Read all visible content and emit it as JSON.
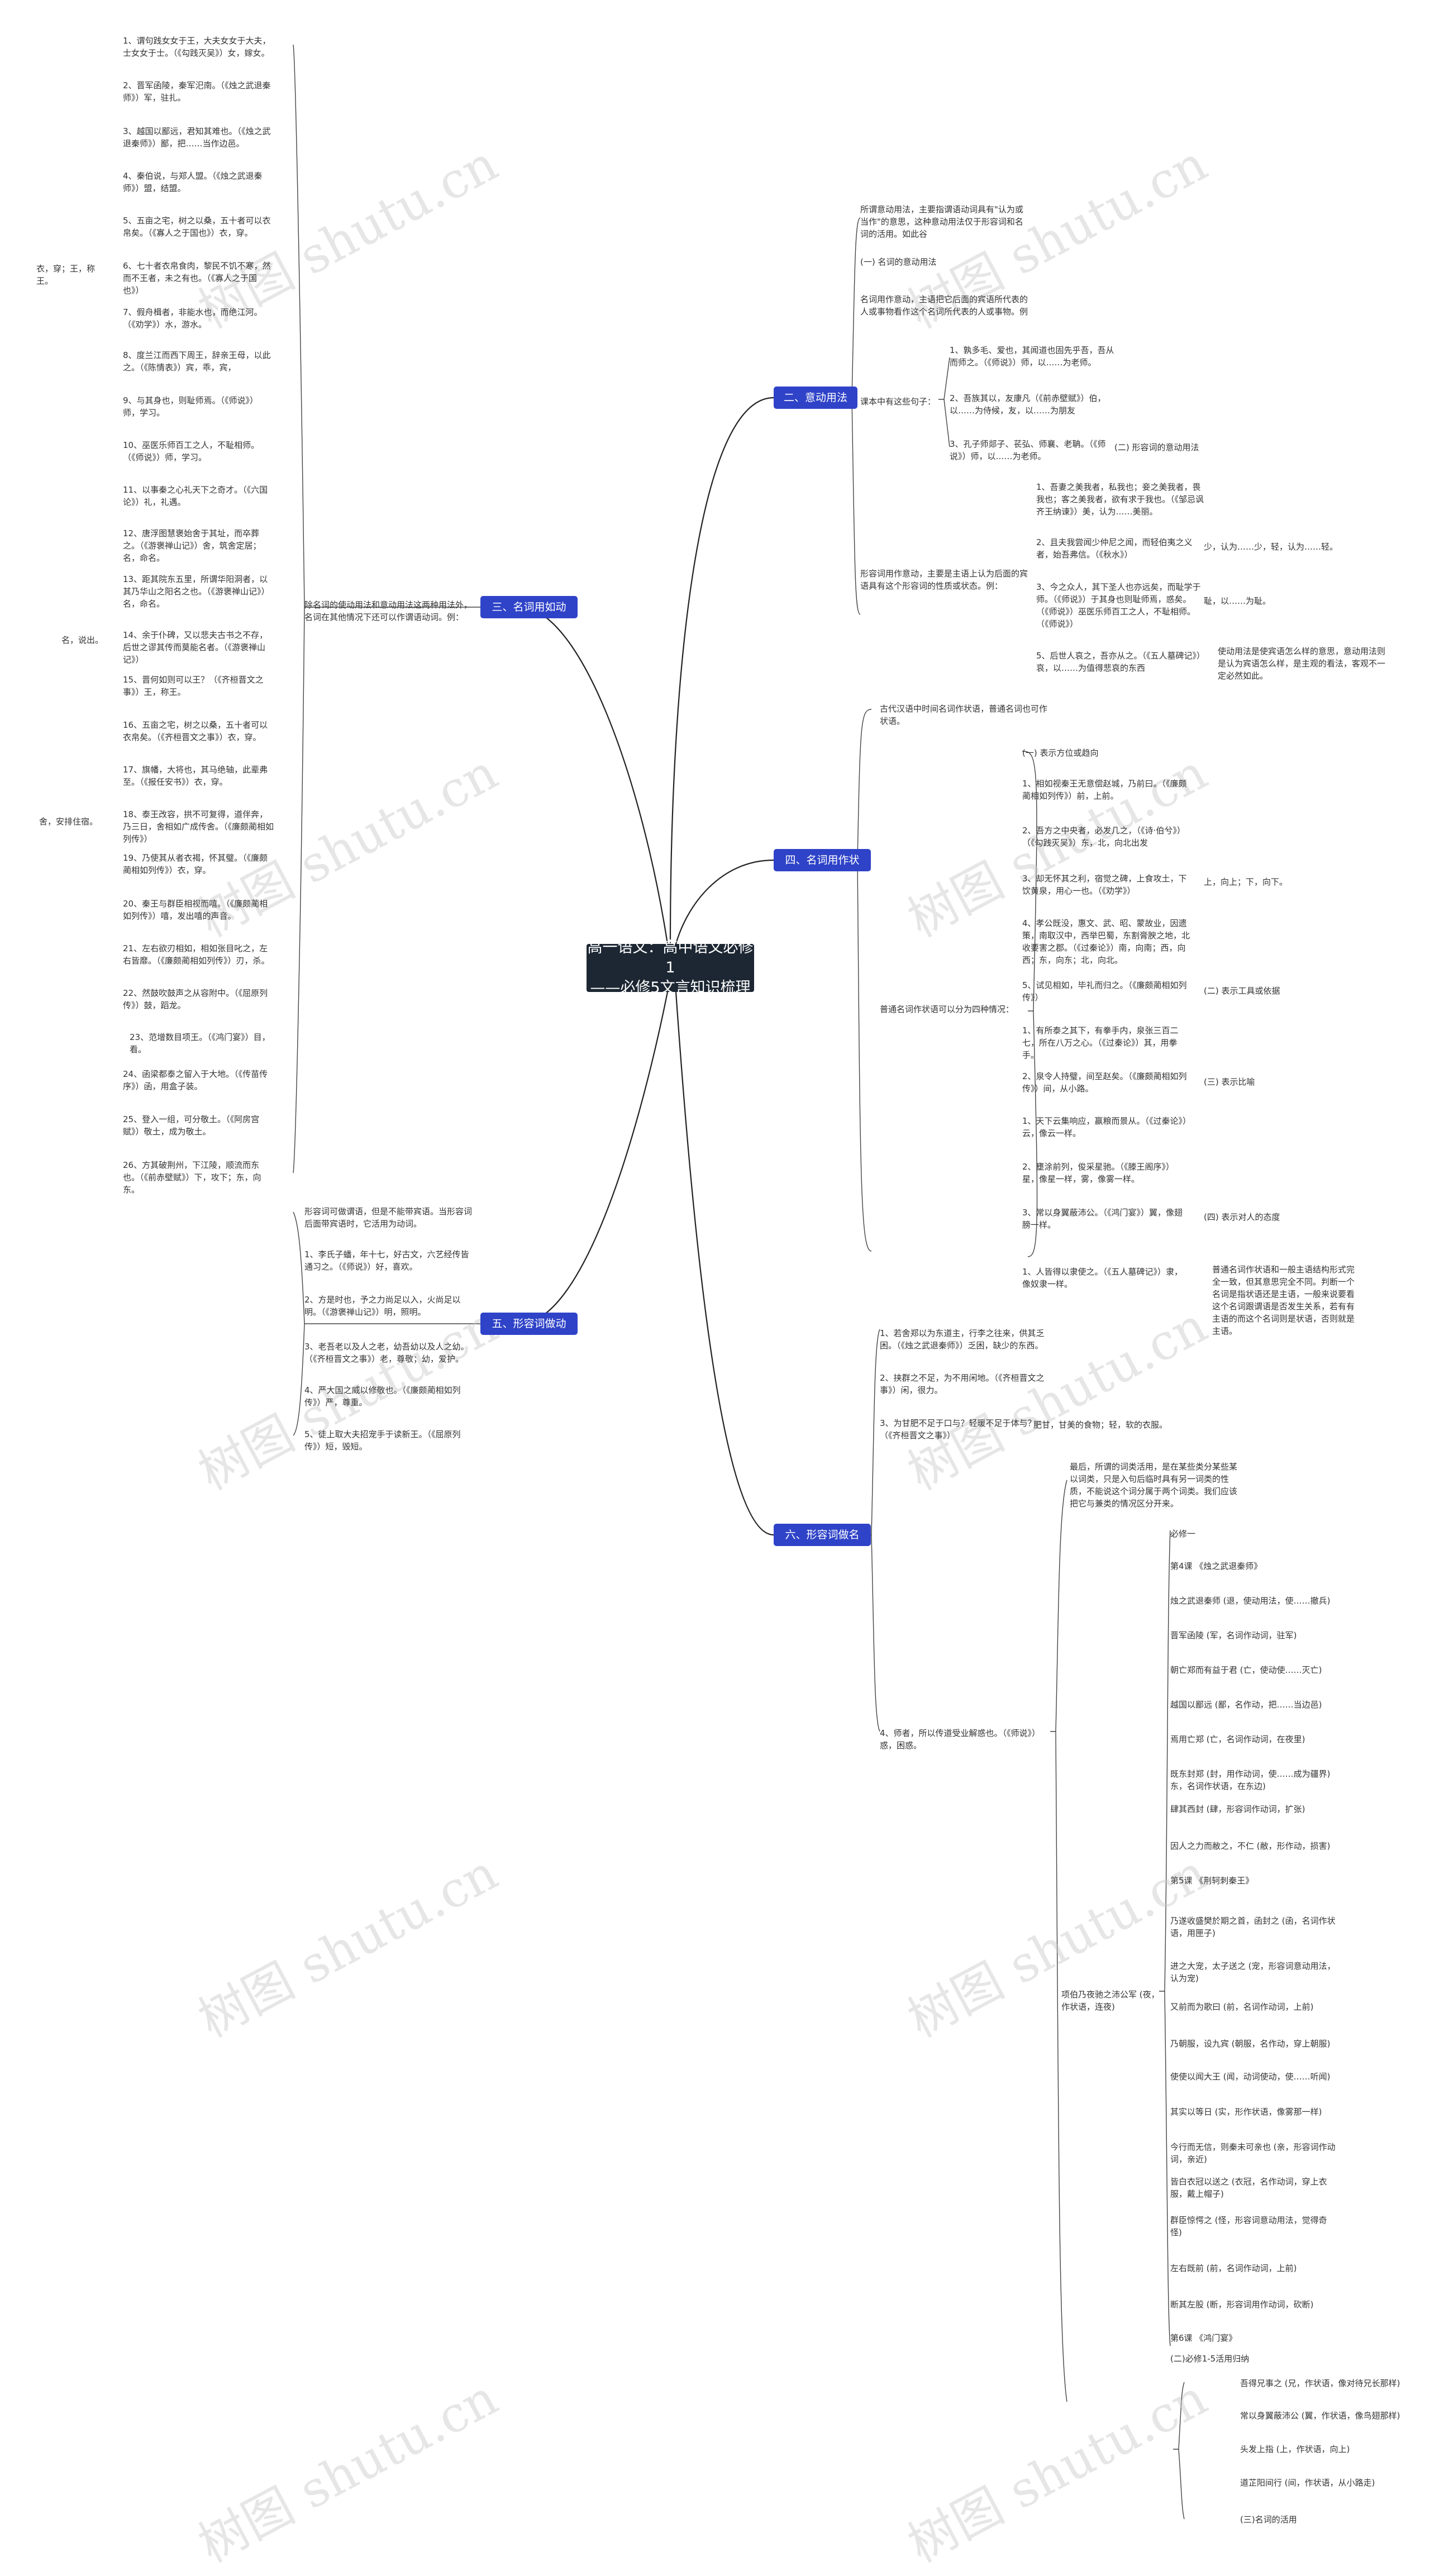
{
  "root": {
    "line1": "高一语文：高中语文必修1",
    "line2": "——必修5文言知识梳理"
  },
  "branches": [
    {
      "id": "b2",
      "label": "二、意动用法"
    },
    {
      "id": "b3",
      "label": "三、名词用如动词"
    },
    {
      "id": "b4",
      "label": "四、名词用作状语"
    },
    {
      "id": "b5",
      "label": "五、形容词做动词"
    },
    {
      "id": "b6",
      "label": "六、形容词做名词"
    }
  ],
  "nodes": [
    {
      "t": "1、谓句践女女于王，大夫女女于大夫，士女女于士。（《勾践灭吴》）女，嫁女。"
    },
    {
      "t": "2、晋军函陵，秦军汜南。（《烛之武退秦师》）军，驻扎。"
    },
    {
      "t": "3、越国以鄙远，君知其难也。（《烛之武退秦师》）鄙，把……当作边邑。"
    },
    {
      "t": "4、秦伯说，与郑人盟。（《烛之武退秦师》）盟，结盟。"
    },
    {
      "t": "5、五亩之宅，树之以桑，五十者可以衣帛矣。（《寡人之于国也》）衣，穿。"
    },
    {
      "t": "6、七十者衣帛食肉，黎民不饥不寒，然而不王者，未之有也。（《寡人之于国也》）"
    },
    {
      "t": "衣，穿；王，称王。"
    },
    {
      "t": "7、假舟楫者，非能水也，而绝江河。（《劝学》）水，游水。"
    },
    {
      "t": "8、度兰江而西下周王，辞亲王母，以此之。（《陈情表》）宾，乖，宾，"
    },
    {
      "t": "9、与其身也，则耻师焉。（《师说》）师，学习。"
    },
    {
      "t": "10、巫医乐师百工之人，不耻相师。（《师说》）师，学习。"
    },
    {
      "t": "11、以事秦之心礼天下之奇才。（《六国论》）礼，礼遇。"
    },
    {
      "t": "12、唐浮图慧褒始舍于其址，而卒葬之。（《游褒禅山记》）舍，筑舍定居；名，命名。"
    },
    {
      "t": "13、距其院东五里，所谓华阳洞者，以其乃华山之阳名之也。（《游褒禅山记》）名，命名。"
    },
    {
      "t": "名，说出。"
    },
    {
      "t": "14、余于仆碑，又以悲夫古书之不存，后世之谬其传而莫能名者。（《游褒禅山记》）"
    },
    {
      "t": "15、晋何如则可以王？（《齐桓晋文之事》）王，称王。"
    },
    {
      "t": "16、五亩之宅，树之以桑，五十者可以衣帛矣。（《齐桓晋文之事》）衣，穿。"
    },
    {
      "t": "17、旗幡，大将也，其马绝轴，此辈弗至。（《报任安书》）衣，穿。"
    },
    {
      "t": "18、泰王改容，拱不可复得，道伴奔，乃三日，舍相如广成传舍。（《廉颇蔺相如列传》）"
    },
    {
      "t": "舍，安排住宿。"
    },
    {
      "t": "19、乃使其从者衣褐，怀其璧。（《廉颇蔺相如列传》）衣，穿。"
    },
    {
      "t": "20、秦王与群臣相视而嘻。（《廉颇蔺相如列传》）嘻，发出嘻的声音。"
    },
    {
      "t": "21、左右欲刃相如，相如张目叱之，左右皆靡。（《廉颇蔺相如列传》）刃，杀。"
    },
    {
      "t": "22、然鼓吹鼓声之从容附中。（《屈原列传》）鼓，蹈龙。"
    },
    {
      "t": "23、范增数目项王。（《鸿门宴》）目，看。"
    },
    {
      "t": "24、函梁都泰之留入于大地。（《传苗传序》）函，用盒子装。"
    },
    {
      "t": "25、登入一组，可分敬土。（《阿房宫赋》）敬土，成为敬土。"
    },
    {
      "t": "26、方其破荆州，下江陵，顺流而东也。（《前赤壁赋》）下，攻下；东，向东。"
    },
    {
      "t": "除名词的使动用法和意动用法这两种用法外，名词在其他情况下还可以作谓语动词。例："
    },
    {
      "t": "所谓意动用法，主要指谓语动词具有\"认为或当作\"的意思，这种意动用法仅于形容词和名词的活用。如此谷"
    },
    {
      "t": "(一) 名词的意动用法"
    },
    {
      "t": "名词用作意动，主语把它后面的宾语所代表的人或事物看作这个名词所代表的人或事物。例"
    },
    {
      "t": "课本中有这些句子："
    },
    {
      "t": "1、孰多毛、爱也，其闻道也固先乎吾，吾从而师之。（《师说》）师，以……为老师。"
    },
    {
      "t": "2、吾族其以，友康凡（《前赤壁赋》）伯，以……为侍候，友，以……为朋友"
    },
    {
      "t": "3、孔子师郯子、苌弘、师襄、老聃。（《师说》）师，以……为老师。"
    },
    {
      "t": "(二) 形容词的意动用法"
    },
    {
      "t": "形容词用作意动，主要是主语上认为后面的宾语具有这个形容词的性质或状态。例："
    },
    {
      "t": "1、吾妻之美我者，私我也；妾之美我者，畏我也；客之美我者，欲有求于我也。（《邹忌讽齐王纳谏》）美，认为……美丽。"
    },
    {
      "t": "2、且夫我尝闻少仲尼之闻，而轻伯夷之义者，始吾弗信。（《秋水》）"
    },
    {
      "t": "少，认为……少，轻，认为……轻。"
    },
    {
      "t": "3、今之众人，其下圣人也亦远矣，而耻学于师。（《师说》）于其身也则耻师焉，惑矣。（《师说》）巫医乐师百工之人，不耻相师。（《师说》）"
    },
    {
      "t": "耻，以……为耻。"
    },
    {
      "t": "5、后世人哀之，吾亦从之。（《五人墓碑记》）哀，以……为值得悲哀的东西"
    },
    {
      "t": "使动用法是使宾语怎么样的意思，意动用法则是认为宾语怎么样，是主观的看法，客观不一定必然如此。"
    },
    {
      "t": "古代汉语中时间名词作状语，普通名词也可作状语。"
    },
    {
      "t": "(一) 表示方位或趋向"
    },
    {
      "t": "1、相如视秦王无意偿赵城，乃前曰。（《廉颇蔺相如列传》）前，上前。"
    },
    {
      "t": "2、吾方之中央者，必发几之，（《诗·伯兮》）（《勾践灭吴》）东，北，向北出发"
    },
    {
      "t": "3、却无怀其之利，宿觉之碑，上食攻土，下饮黄泉，用心一也。（《劝学》）"
    },
    {
      "t": "上，向上；下，向下。"
    },
    {
      "t": "4、孝公既没，惠文、武、昭、蒙故业，因遗策，南取汉中，西举巴蜀，东割膏腴之地，北收要害之郡。（《过秦论》）南，向南；西，向西；东，向东；北，向北。"
    },
    {
      "t": "5、试见相如，毕礼而归之。（《廉颇蔺相如列传》）"
    },
    {
      "t": "(二) 表示工具或依据"
    },
    {
      "t": "1、有所泰之其下，有拳手内，泉张三百二七，所在八万之心。（《过秦论》）其，用拳手。"
    },
    {
      "t": "2、泉令人持璧，间至赵矣。（《廉颇蔺相如列传》）间，从小路。"
    },
    {
      "t": "(三) 表示比喻"
    },
    {
      "t": "1、天下云集响应，赢粮而景从。（《过秦论》）云，像云一样。"
    },
    {
      "t": "2、壅涂前列，俊采星驰。（《滕王阁序》）星，像星一样，雾，像雾一样。"
    },
    {
      "t": "3、常以身翼蔽沛公。（《鸿门宴》）翼，像翅膀一样。"
    },
    {
      "t": "(四) 表示对人的态度"
    },
    {
      "t": "1、人皆得以隶使之。（《五人墓碑记》）隶，像奴隶一样。"
    },
    {
      "t": "普通名词作状语和一般主语结构形式完全一致，但其意思完全不同。判断一个名词是指状语还是主语，一般来说要看这个名词跟谓语是否发生关系，若有有主语的而这个名词则是状语，否则就是主语。"
    },
    {
      "t": "普通名词作状语可以分为四种情况："
    },
    {
      "t": "形容词可做谓语，但是不能带宾语。当形容词后面带宾语时，它活用为动词。"
    },
    {
      "t": "1、李氏子蟠，年十七，好古文，六艺经传皆通习之。（《师说》）好，喜欢。"
    },
    {
      "t": "2、方是时也，予之力尚足以入，火尚足以明。（《游褒禅山记》）明，照明。"
    },
    {
      "t": "3、老吾老以及人之老，幼吾幼以及人之幼。（《齐桓晋文之事》）老，尊敬；幼，爱护。"
    },
    {
      "t": "4、严大国之威以修敬也。（《廉颇蔺相如列传》）严，尊重。"
    },
    {
      "t": "5、徒上取大夫招宠手于读新王。（《屈原列传》）短，毁短。"
    },
    {
      "t": "1、若舍郑以为东道主，行李之往来，供其乏困。（《烛之武退秦师》）乏困，缺少的东西。"
    },
    {
      "t": "2、挟群之不足，为不用闲地。（《齐桓晋文之事》）闲，很力。"
    },
    {
      "t": "3、为甘肥不足于口与？轻暖不足于体与？（《齐桓晋文之事》）"
    },
    {
      "t": "肥甘，甘美的食物；轻，软的衣服。"
    },
    {
      "t": "4、师者，所以传道受业解惑也。（《师说》）惑，困惑。"
    },
    {
      "t": "最后，所谓的词类活用，是在某些类分某些某以词类，只是入句后临时具有另一词类的性质，不能说这个词分属于两个词类。我们应该把它与兼类的情况区分开来。"
    },
    {
      "t": "必修一"
    },
    {
      "t": "第4课 《烛之武退秦师》"
    },
    {
      "t": "烛之武退秦师 (退，使动用法，使……撤兵)"
    },
    {
      "t": "晋军函陵 (军，名词作动词，驻军)"
    },
    {
      "t": "朝亡郑而有益于君 (亡，使动使……灭亡)"
    },
    {
      "t": "越国以鄙远 (鄙，名作动，把……当边邑)"
    },
    {
      "t": "焉用亡郑 (亡，名词作动词，在夜里)"
    },
    {
      "t": "既东封郑 (封，用作动词，使……成为疆界)东，名词作状语，在东边)"
    },
    {
      "t": "肆其西封 (肆，形容词作动词，扩张)"
    },
    {
      "t": "因人之力而敝之，不仁 (敝，形作动，损害)"
    },
    {
      "t": "第5课 《荆轲刺秦王》"
    },
    {
      "t": "乃遂收盛樊於期之首，函封之 (函，名词作状语，用匣子)"
    },
    {
      "t": "进之大宠，太子送之 (宠，形容词意动用法，认为宠)"
    },
    {
      "t": "又前而为歌曰 (前，名词作动词，上前)"
    },
    {
      "t": "乃朝服，设九宾 (朝服，名作动，穿上朝服)"
    },
    {
      "t": "使使以闻大王 (闻，动词使动，使……听闻)"
    },
    {
      "t": "其实以等日 (实，形作状语，像雾那一样)"
    },
    {
      "t": "今行而无信，则秦未可亲也 (亲，形容词作动词，亲近)"
    },
    {
      "t": "皆白衣冠以送之 (衣冠，名作动词，穿上衣服，戴上帽子)"
    },
    {
      "t": "群臣惊愕之 (怪，形容词意动用法，觉得奇怪)"
    },
    {
      "t": "左右既前 (前，名词作动词，上前)"
    },
    {
      "t": "断其左股 (断，形容词用作动词，砍断)"
    },
    {
      "t": "第6课 《鸿门宴》"
    },
    {
      "t": "(二)必修1-5活用归纳"
    },
    {
      "t": "项伯乃夜驰之沛公军 (夜，作状语，连夜)"
    },
    {
      "t": "吾得兄事之 (兄，作状语，像对待兄长那样)"
    },
    {
      "t": "常以身翼蔽沛公 (翼，作状语，像鸟翅那样)"
    },
    {
      "t": "头发上指 (上，作状语，向上)"
    },
    {
      "t": "道芷阳间行 (间，作状语，从小路走)"
    },
    {
      "t": "(三)名词的活用"
    }
  ]
}
